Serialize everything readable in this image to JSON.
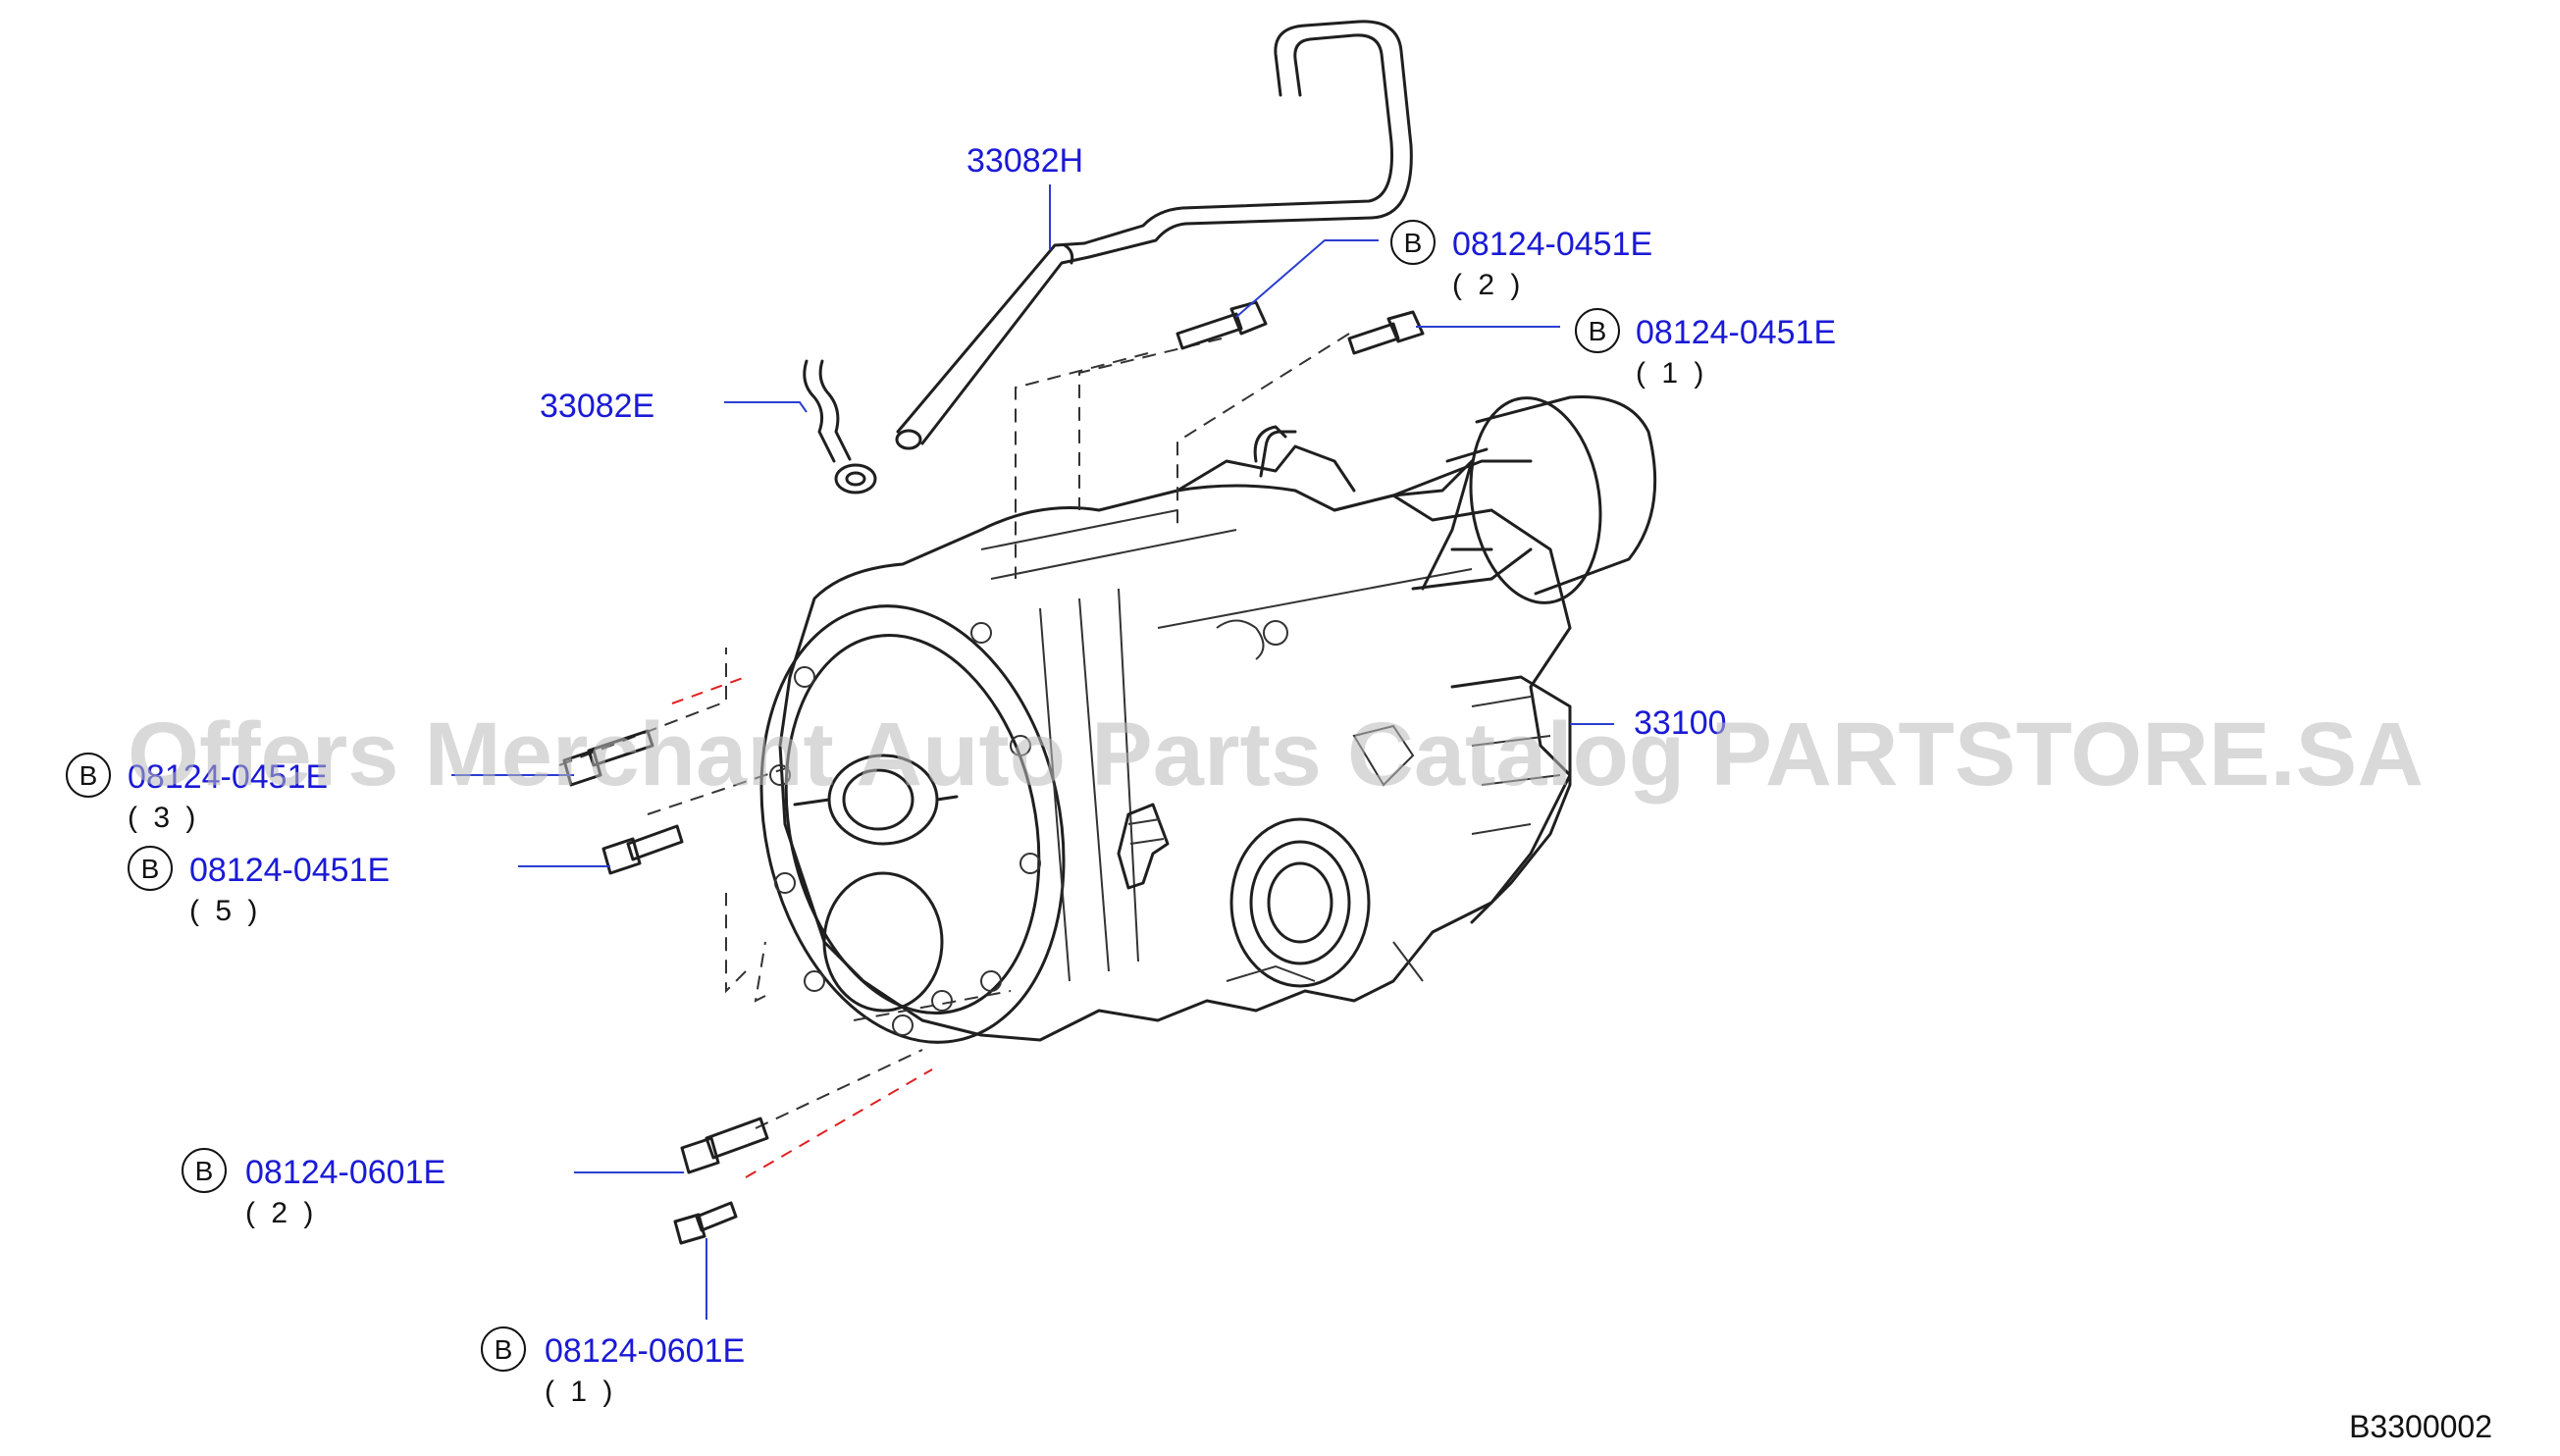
{
  "diagram_code": "B3300002",
  "watermark": "Offers Merchant Auto Parts Catalog PARTSTORE.SA",
  "callouts": {
    "c33082H": {
      "part_no": "33082H"
    },
    "c33082E": {
      "part_no": "33082E"
    },
    "c33100": {
      "part_no": "33100"
    },
    "b1": {
      "prefix": "B",
      "part_no": "08124-0451E",
      "qty": "( 2 )"
    },
    "b2": {
      "prefix": "B",
      "part_no": "08124-0451E",
      "qty": "( 1 )"
    },
    "b3": {
      "prefix": "B",
      "part_no": "08124-0451E",
      "qty": "( 3 )"
    },
    "b4": {
      "prefix": "B",
      "part_no": "08124-0451E",
      "qty": "( 5 )"
    },
    "b5": {
      "prefix": "B",
      "part_no": "08124-0601E",
      "qty": "( 2 )"
    },
    "b6": {
      "prefix": "B",
      "part_no": "08124-0601E",
      "qty": "( 1 )"
    }
  },
  "colors": {
    "callout_text": "#1a1ad6",
    "leader_line": "#2b3ed0",
    "red_dash": "#e02020",
    "watermark": "#b9b9b9"
  }
}
